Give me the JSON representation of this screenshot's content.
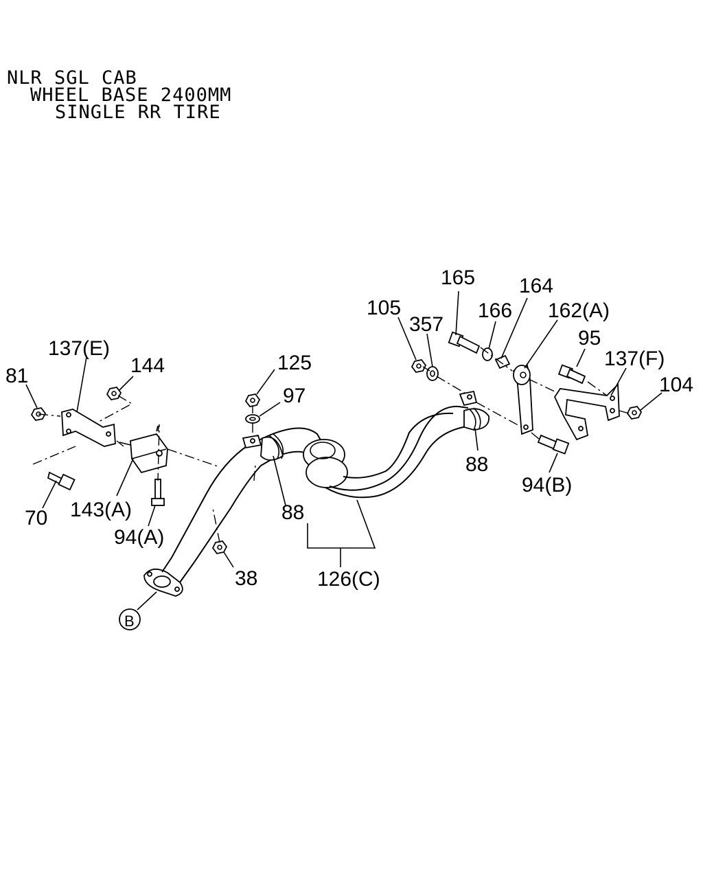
{
  "header": {
    "line1": "NLR SGL CAB",
    "line2": "WHEEL BASE 2400MM",
    "line3": "SINGLE RR TIRE"
  },
  "labels": {
    "l81": "81",
    "l137e": "137(E)",
    "l144": "144",
    "l143a": "143(A)",
    "l70": "70",
    "l94a": "94(A)",
    "l125": "125",
    "l97": "97",
    "l88a": "88",
    "l88b": "88",
    "l38": "38",
    "l126c": "126(C)",
    "lB": "B",
    "l105": "105",
    "l357": "357",
    "l165": "165",
    "l166": "166",
    "l164": "164",
    "l162a": "162(A)",
    "l95": "95",
    "l137f": "137(F)",
    "l104": "104",
    "l94b": "94(B)"
  }
}
